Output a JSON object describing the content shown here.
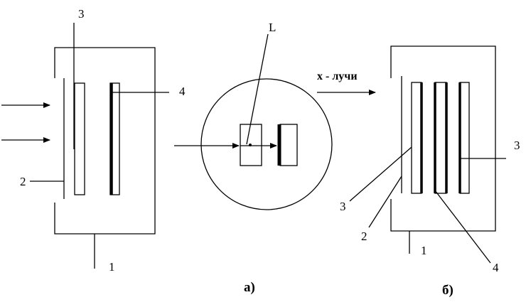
{
  "figure_a": {
    "caption": "а)",
    "labels": {
      "l1": "1",
      "l2": "2",
      "l3": "3",
      "l4": "4"
    }
  },
  "inset": {
    "label_L": "L"
  },
  "figure_b": {
    "caption": "б)",
    "xray_label": "x - лучи",
    "labels": {
      "l1": "1",
      "l2": "2",
      "l3_left": "3",
      "l3_right": "3",
      "l4": "4"
    }
  },
  "colors": {
    "stroke": "#000000",
    "background": "#ffffff"
  }
}
